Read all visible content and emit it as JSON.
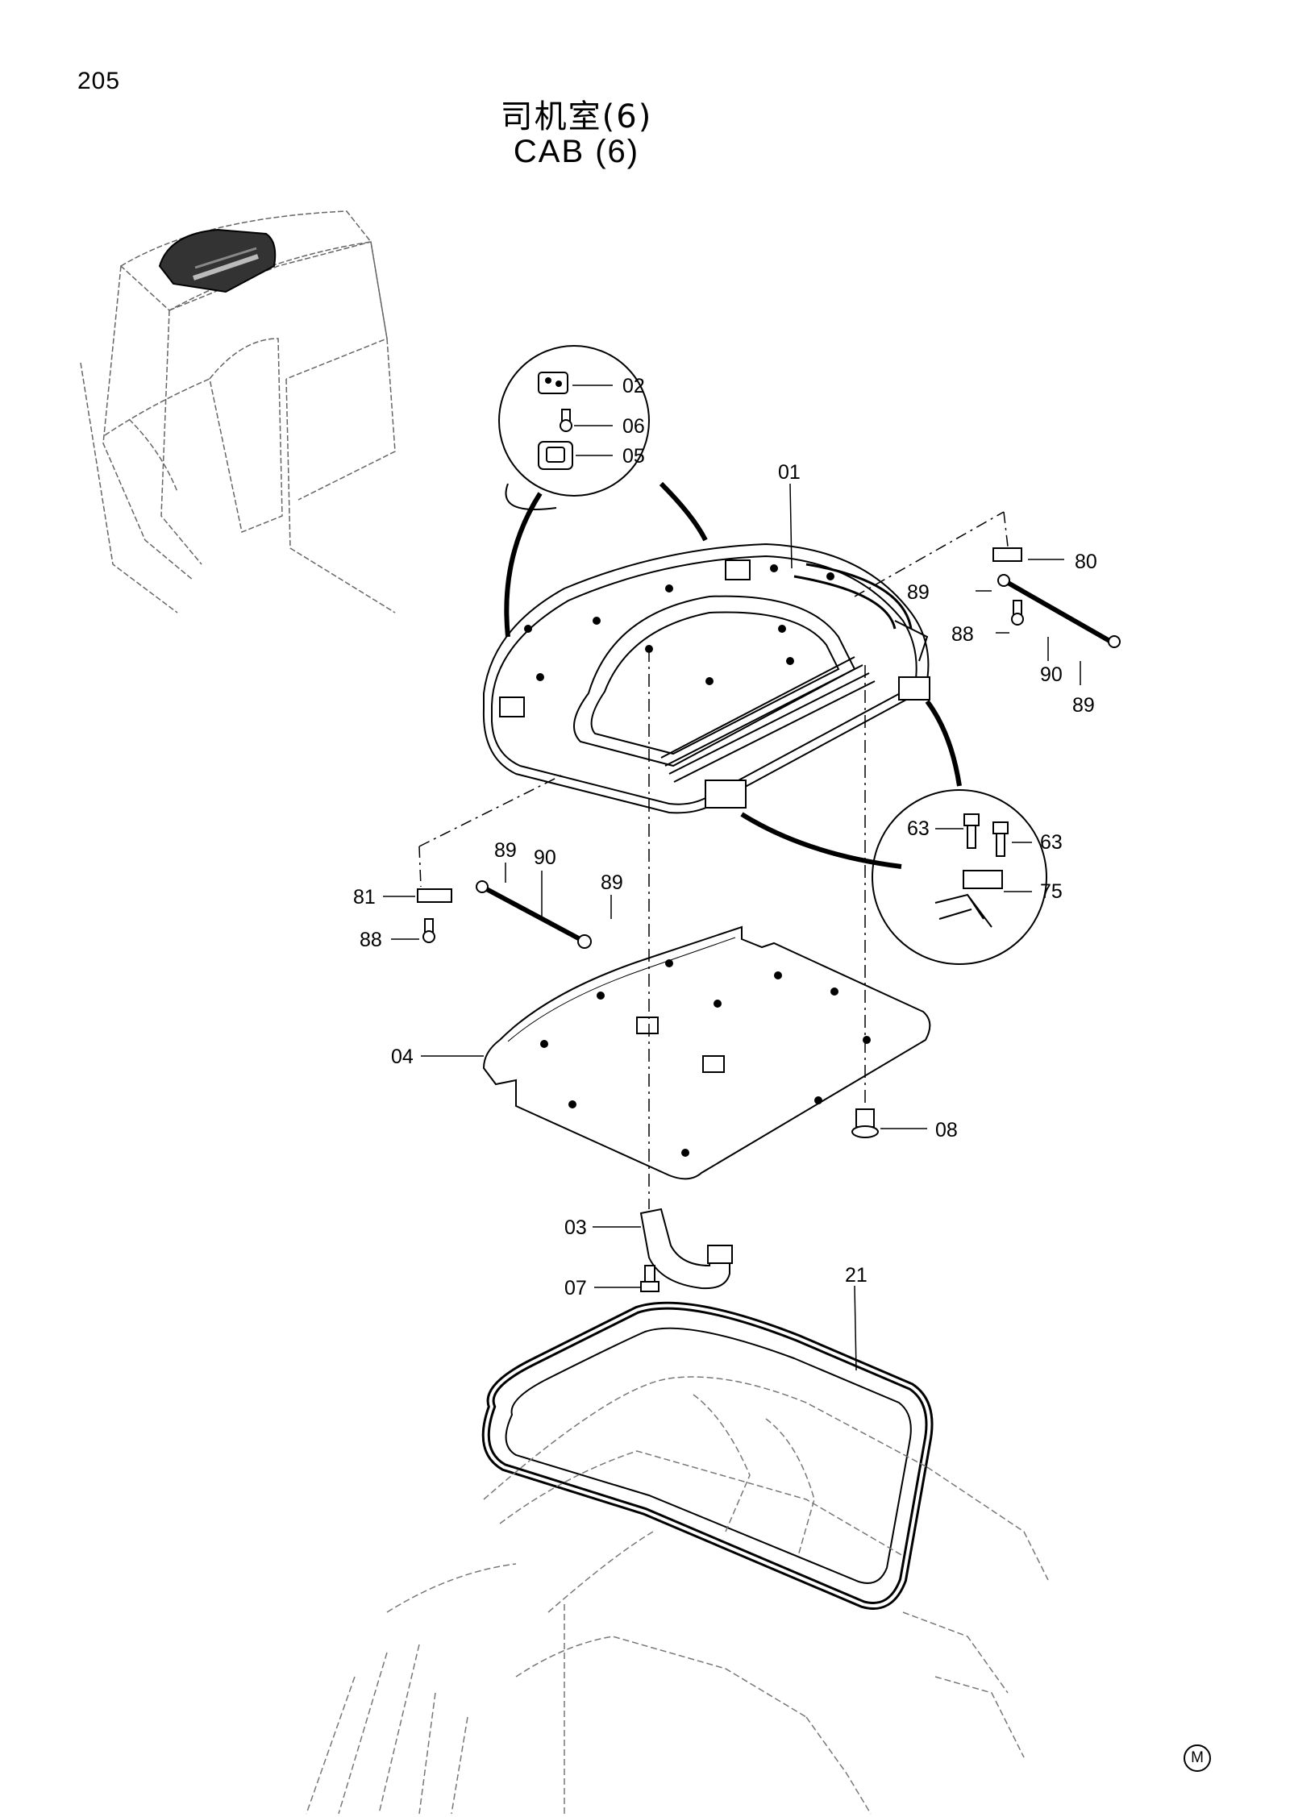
{
  "page": {
    "number": "205",
    "title_cn": "司机室(6)",
    "title_en": "CAB  (6)",
    "footer_mark": "M"
  },
  "callouts": {
    "c01": "01",
    "c02": "02",
    "c03": "03",
    "c04": "04",
    "c05": "05",
    "c06": "06",
    "c07": "07",
    "c08": "08",
    "c21": "21",
    "c63a": "63",
    "c63b": "63",
    "c75": "75",
    "c80": "80",
    "c81": "81",
    "c88a": "88",
    "c88b": "88",
    "c89a": "89",
    "c89b": "89",
    "c89c": "89",
    "c89d": "89",
    "c90a": "90",
    "c90b": "90"
  }
}
